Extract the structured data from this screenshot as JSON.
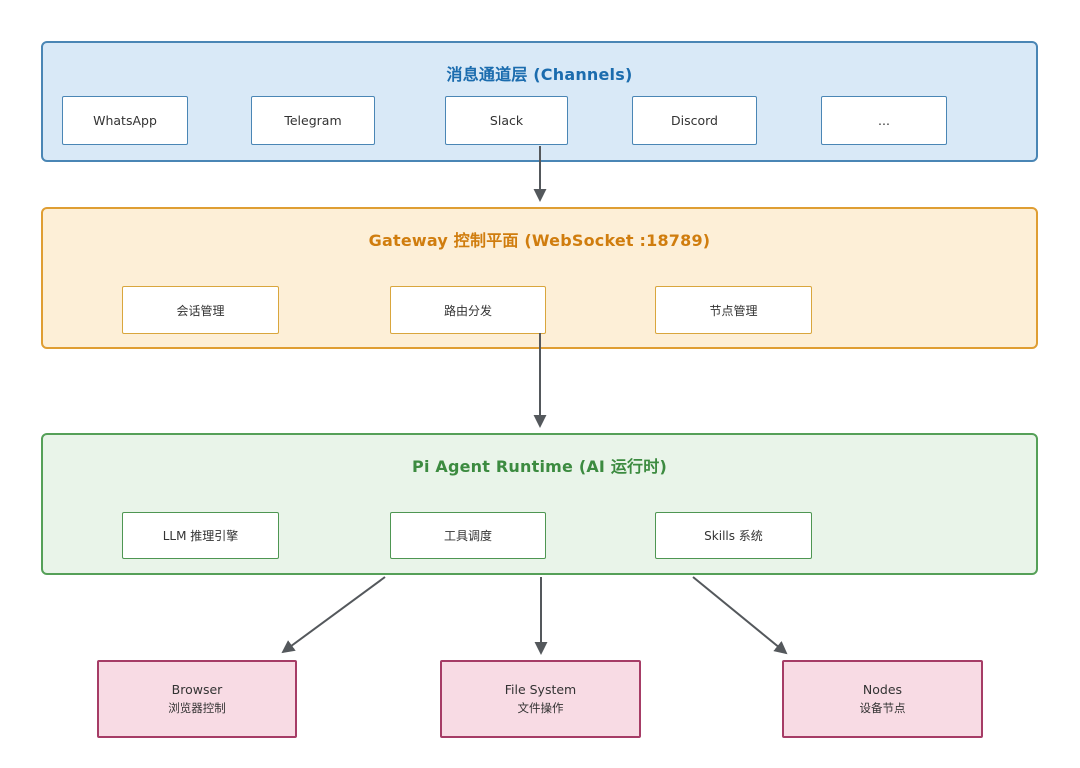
{
  "diagram": {
    "channels": {
      "title": "消息通道层 (Channels)",
      "items": [
        "WhatsApp",
        "Telegram",
        "Slack",
        "Discord",
        "..."
      ]
    },
    "gateway": {
      "title": "Gateway 控制平面 (WebSocket :18789)",
      "items": [
        "会话管理",
        "路由分发",
        "节点管理"
      ]
    },
    "runtime": {
      "title": "Pi Agent Runtime (AI 运行时)",
      "items": [
        "LLM 推理引擎",
        "工具调度",
        "Skills 系统"
      ]
    },
    "targets": [
      {
        "title": "Browser",
        "subtitle": "浏览器控制"
      },
      {
        "title": "File System",
        "subtitle": "文件操作"
      },
      {
        "title": "Nodes",
        "subtitle": "设备节点"
      }
    ],
    "connections": [
      {
        "from": "channels-slack",
        "to": "gateway-layer"
      },
      {
        "from": "gateway-routing",
        "to": "runtime-layer"
      },
      {
        "from": "runtime-layer",
        "to": "browser-target"
      },
      {
        "from": "runtime-layer",
        "to": "file-system-target"
      },
      {
        "from": "runtime-layer",
        "to": "nodes-target"
      }
    ],
    "colors": {
      "channels_bg": "#d9e9f7",
      "channels_border": "#4a86b5",
      "channels_title": "#1b6cae",
      "gateway_bg": "#fdefd7",
      "gateway_border": "#df9e33",
      "gateway_title": "#d07d0e",
      "runtime_bg": "#e9f4e9",
      "runtime_border": "#55a058",
      "runtime_title": "#3c8b40",
      "target_bg": "#f8dbe4",
      "target_border": "#a63c66",
      "arrow": "#54585c"
    }
  }
}
